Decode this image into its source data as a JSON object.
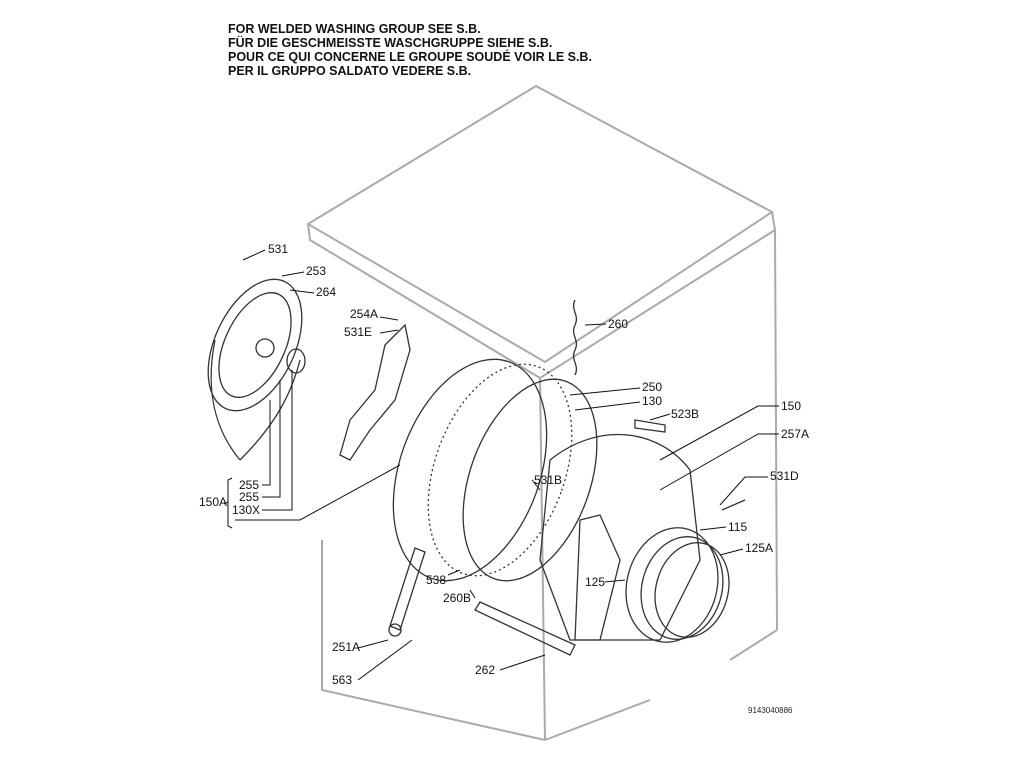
{
  "notes": [
    "FOR WELDED WASHING GROUP SEE S.B.",
    "FÜR DIE GESCHMEISSTE WASCHGRUPPE SIEHE S.B.",
    "POUR CE QUI CONCERNE LE GROUPE SOUDÉ VOIR LE S.B.",
    "PER IL GRUPPO SALDATO VEDERE S.B."
  ],
  "parts": {
    "p531": "531",
    "p253": "253",
    "p264": "264",
    "p254A": "254A",
    "p531E": "531E",
    "p260": "260",
    "p250": "250",
    "p130": "130",
    "p523B": "523B",
    "p150": "150",
    "p257A": "257A",
    "p531D": "531D",
    "p531B": "531B",
    "p115": "115",
    "p125A": "125A",
    "p125": "125",
    "p538": "538",
    "p260B": "260B",
    "p251A": "251A",
    "p563": "563",
    "p262": "262",
    "p255a": "255",
    "p255b": "255",
    "p130X": "130X",
    "p150A": "150A"
  },
  "diagram_code": "9143040886"
}
